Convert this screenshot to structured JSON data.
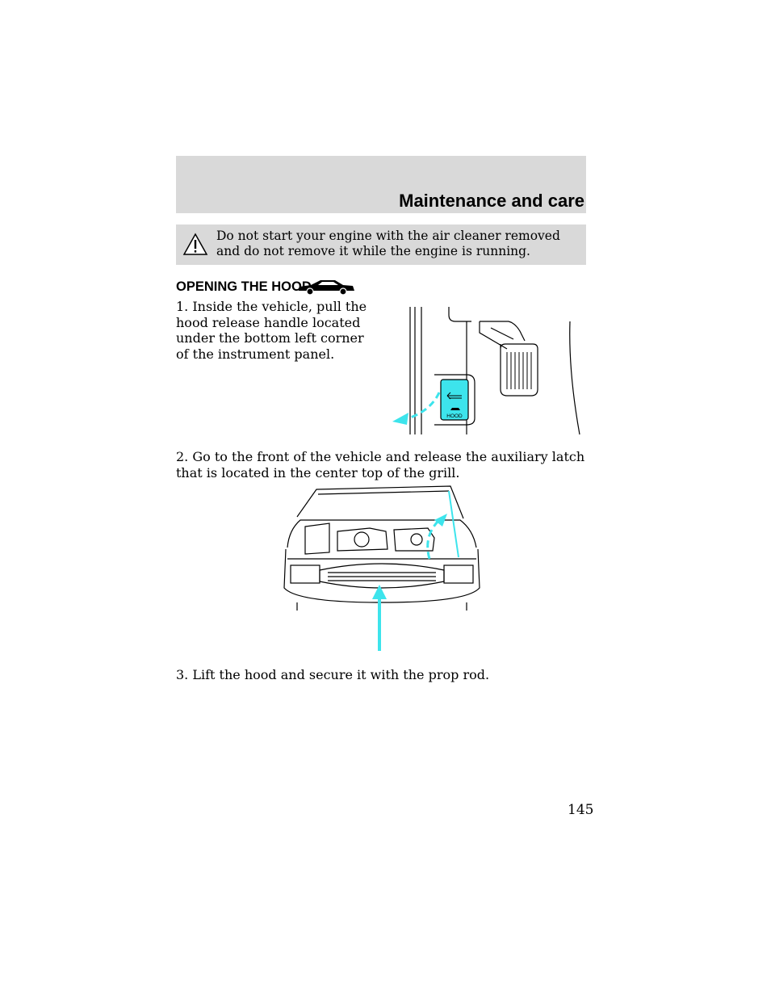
{
  "header": {
    "title": "Maintenance and care"
  },
  "warning": {
    "icon": "warning-triangle-icon",
    "text": "Do not start your engine with the air cleaner removed and do not remove it while the engine is running."
  },
  "section": {
    "heading": "OPENING THE HOOD",
    "heading_icon": "car-icon"
  },
  "steps": [
    "1. Inside the vehicle, pull the hood release handle located under the bottom left corner of the instrument panel.",
    "2. Go to the front of the vehicle and release the auxiliary latch that is located in the center top of the grill.",
    "3. Lift the hood and secure it with the prop rod."
  ],
  "figure1": {
    "handle_label": "HOOD"
  },
  "page_number": "145",
  "colors": {
    "accent": "#3de4ec",
    "band": "#d9d9d9"
  }
}
